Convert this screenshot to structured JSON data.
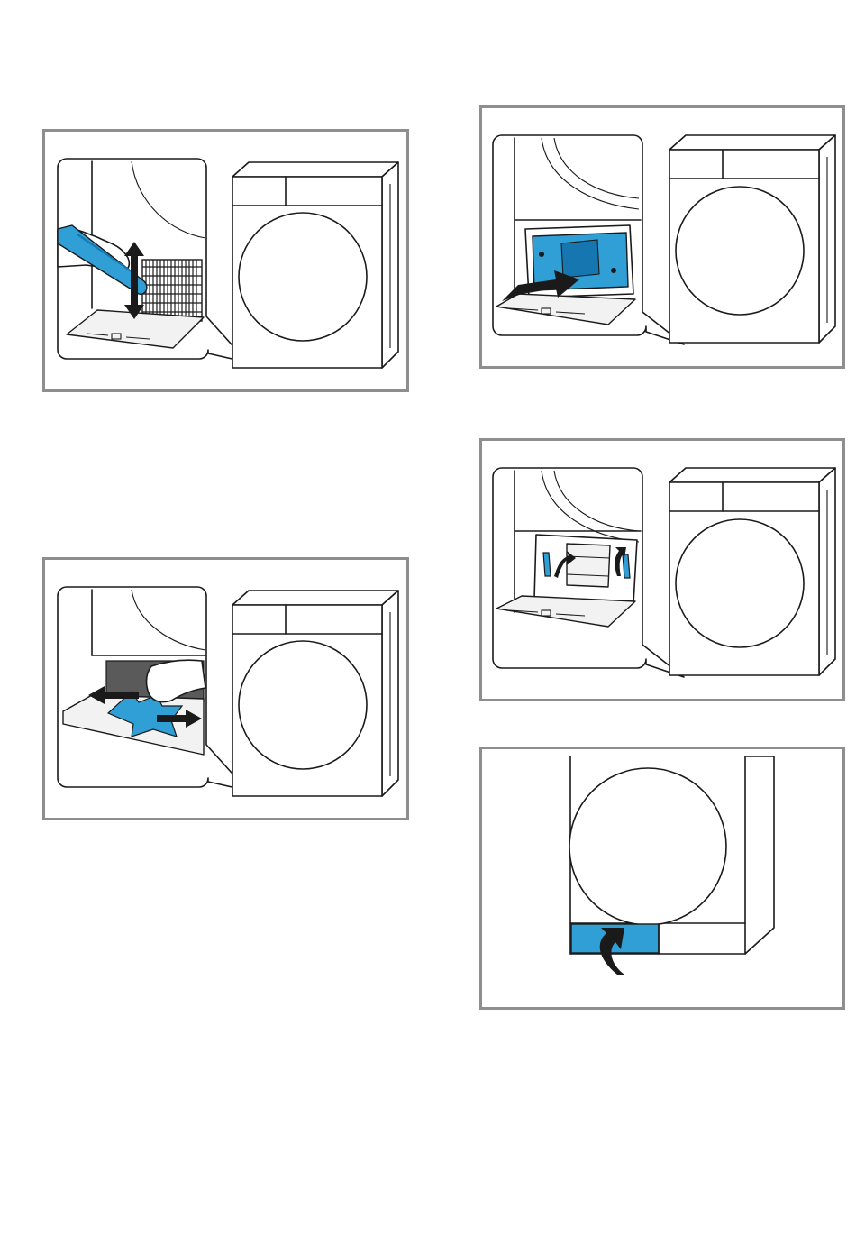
{
  "page": {
    "background": "#ffffff"
  },
  "colors": {
    "frame_border": "#8e8e8e",
    "line": "#1a1a1a",
    "accent_blue": "#2f9fd6",
    "accent_blue_dark": "#1677b0"
  },
  "figures": [
    {
      "id": "fig-brush-filter",
      "icons": [
        "brush-icon",
        "up-down-arrow-icon",
        "hand-icon",
        "dryer-icon"
      ]
    },
    {
      "id": "fig-remove-lint",
      "icons": [
        "lint-icon",
        "left-right-arrow-icon",
        "hand-icon",
        "dryer-icon"
      ]
    },
    {
      "id": "fig-insert-filter",
      "icons": [
        "filter-cassette-icon",
        "push-arrow-icon",
        "dryer-icon"
      ]
    },
    {
      "id": "fig-lock-levers",
      "icons": [
        "lever-icon",
        "rotate-arrow-icon",
        "dryer-icon"
      ]
    },
    {
      "id": "fig-close-flap",
      "icons": [
        "maintenance-flap-icon",
        "curved-arrow-icon",
        "dryer-icon"
      ]
    }
  ]
}
